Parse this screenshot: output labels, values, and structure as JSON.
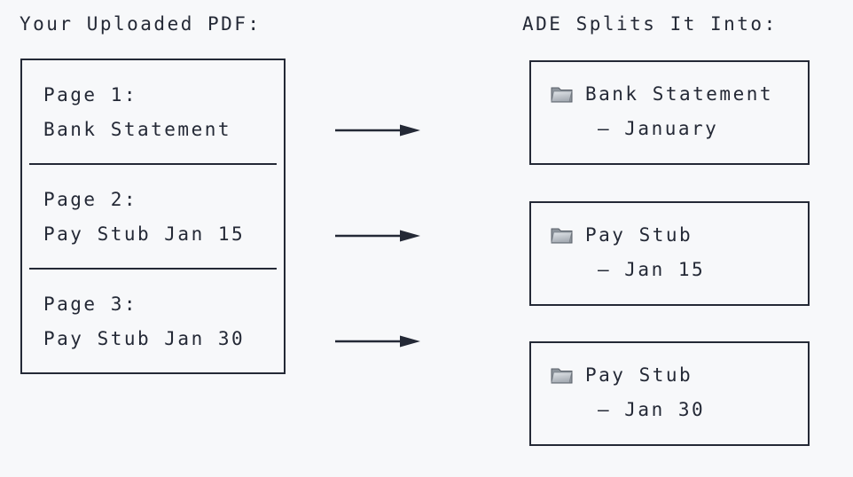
{
  "page": {
    "background_color": "#f7f8fa",
    "ink_color": "#242936"
  },
  "left_panel": {
    "title": "Your Uploaded PDF:",
    "pages": [
      {
        "line1": "Page 1:",
        "line2": "Bank Statement"
      },
      {
        "line1": "Page 2:",
        "line2": "Pay Stub Jan 15"
      },
      {
        "line1": "Page 3:",
        "line2": "Pay Stub Jan 30"
      }
    ]
  },
  "arrows": {
    "count": 3,
    "direction": "right",
    "icon": "right-arrow-icon"
  },
  "right_panel": {
    "title": "ADE Splits It Into:",
    "documents": [
      {
        "icon": "folder-icon",
        "name": "Bank Statement",
        "subtitle": "– January"
      },
      {
        "icon": "folder-icon",
        "name": "Pay Stub",
        "subtitle": "– Jan 15"
      },
      {
        "icon": "folder-icon",
        "name": "Pay Stub",
        "subtitle": "– Jan 30"
      }
    ]
  },
  "icons": {
    "folder": "📁",
    "right_arrow": "⟶"
  }
}
